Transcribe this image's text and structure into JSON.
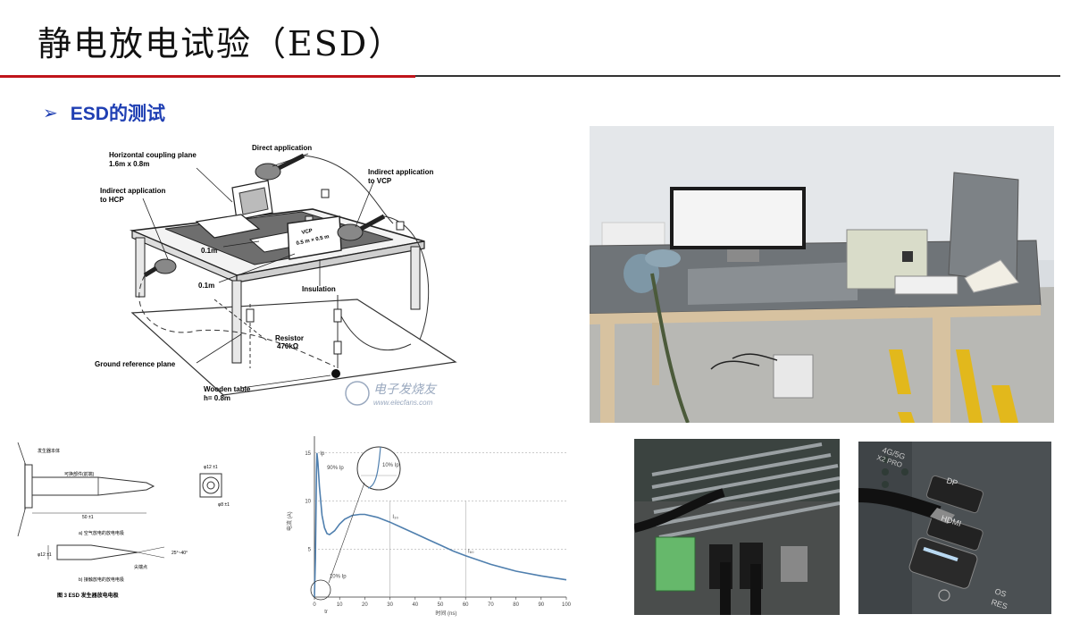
{
  "slide": {
    "title": "静电放电试验（ESD）",
    "subtitle_bullet": "➢",
    "subtitle": "ESD的测试"
  },
  "setup_diagram": {
    "labels": {
      "direct": "Direct application",
      "hcp": "Horizontal coupling plane",
      "hcp_size": "1.6m x 0.8m",
      "indirect_hcp_1": "Indirect application",
      "indirect_hcp_2": "to HCP",
      "indirect_vcp_1": "Indirect application",
      "indirect_vcp_2": "to VCP",
      "vcp": "VCP",
      "vcp_size": "0.5 m × 0.5 m",
      "d1": "0.1m",
      "d2": "0.1m",
      "insulation": "Insulation",
      "resistor_1": "Resistor",
      "resistor_2": "470kΩ",
      "ground": "Ground reference plane",
      "table_1": "Wooden table",
      "table_2": "h= 0.8m",
      "watermark_1": "电子发烧友",
      "watermark_2": "www.elecfans.com"
    }
  },
  "electrode_drawing": {
    "labels": {
      "body": "发生器本体",
      "tip": "可换部件(前端)",
      "dim_len": "50 ±1",
      "caption_a": "a)  空气放电的放电电极",
      "caption_b": "b)  接触放电的放电电极",
      "angle": "25°~40°",
      "point": "尖端点",
      "dia_a": "φ12 ±1",
      "dia_b": "φ8 ±1",
      "dia_c": "φ12 ±1",
      "figure_caption": "图 3   ESD 发生器放电电极"
    }
  },
  "waveform": {
    "labels": {
      "ylabel": "电流 (A)",
      "xlabel": "时间 (ns)",
      "ip": "Ip",
      "p90": "90% Ip",
      "p10": "10% Ip",
      "p10_zoom": "10% Ip",
      "i30": "I₃₀",
      "i60": "I₆₀",
      "tr": "tr"
    },
    "chart_data": {
      "type": "line",
      "xlabel": "时间 (ns)",
      "ylabel": "电流 (A)",
      "xlim": [
        0,
        100
      ],
      "ylim": [
        0,
        16
      ],
      "x_ticks": [
        0,
        10,
        20,
        30,
        40,
        50,
        60,
        70,
        80,
        90,
        100
      ],
      "y_ticks": [
        5,
        10,
        15
      ],
      "series": [
        {
          "x": [
            0,
            0.4,
            0.8,
            1.0,
            1.4,
            2,
            3,
            4,
            5,
            6,
            8,
            10,
            12,
            15,
            18,
            20,
            25,
            30,
            35,
            40,
            45,
            50,
            55,
            60,
            70,
            80,
            90,
            100
          ],
          "y": [
            0,
            4,
            13,
            15,
            14,
            11.5,
            8.5,
            7.2,
            6.6,
            6.5,
            6.9,
            7.6,
            8.1,
            8.5,
            8.6,
            8.6,
            8.3,
            7.8,
            7.2,
            6.6,
            6.0,
            5.4,
            4.8,
            4.3,
            3.4,
            2.7,
            2.2,
            1.8
          ]
        }
      ]
    }
  },
  "photos": {
    "test_bench": "ESD test bench photo",
    "port_fins": "ESD gun on heatsink ports photo",
    "port_panel": "ESD gun on DP/HDMI panel photo",
    "panel_text": {
      "dp": "DP",
      "hdmi": "HDMI",
      "top": "4G/5G",
      "pro": "X2 PRO",
      "os": "OS",
      "res": "RES"
    }
  }
}
